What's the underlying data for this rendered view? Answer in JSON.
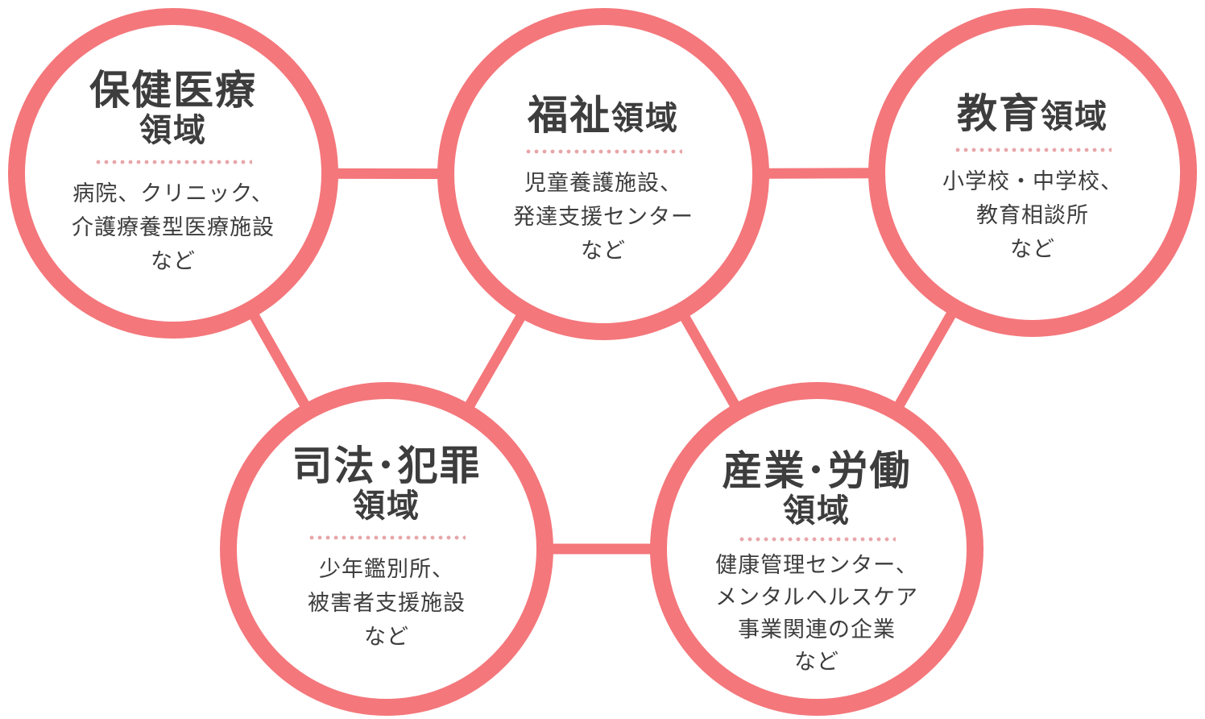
{
  "colors": {
    "ring": "#f4777b",
    "dots": "#e8a6a9",
    "text": "#3d3d3d"
  },
  "nodes": [
    {
      "id": "healthcare",
      "title_main": "保健医療",
      "title_sub": "領域",
      "desc": [
        "病院、クリニック、",
        "介護療養型医療施設",
        "など"
      ]
    },
    {
      "id": "welfare",
      "title_main": "福祉",
      "title_sub": "領域",
      "desc": [
        "児童養護施設、",
        "発達支援センター",
        "など"
      ]
    },
    {
      "id": "education",
      "title_main": "教育",
      "title_sub": "領域",
      "desc": [
        "小学校・中学校、",
        "教育相談所",
        "など"
      ]
    },
    {
      "id": "justice",
      "title_main": "司法･犯罪",
      "title_sub": "領域",
      "desc": [
        "少年鑑別所、",
        "被害者支援施設",
        "など"
      ]
    },
    {
      "id": "industry",
      "title_main": "産業･労働",
      "title_sub": "領域",
      "desc": [
        "健康管理センター、",
        "メンタルヘルスケア",
        "事業関連の企業",
        "など"
      ]
    }
  ],
  "links": [
    [
      "healthcare",
      "welfare"
    ],
    [
      "welfare",
      "education"
    ],
    [
      "healthcare",
      "justice"
    ],
    [
      "welfare",
      "justice"
    ],
    [
      "welfare",
      "industry"
    ],
    [
      "education",
      "industry"
    ],
    [
      "justice",
      "industry"
    ]
  ]
}
